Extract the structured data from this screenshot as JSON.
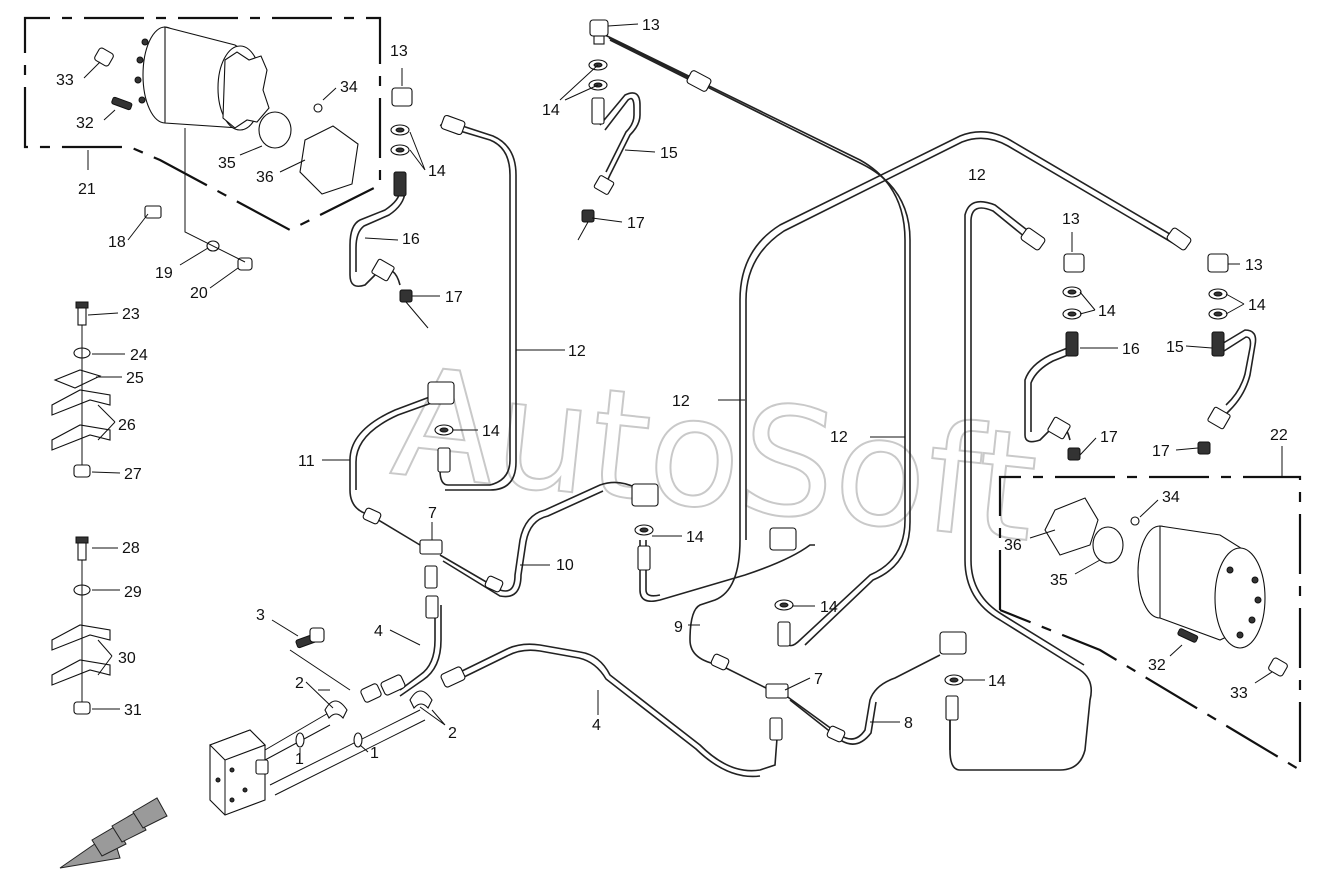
{
  "watermark": "AutoSoft",
  "callouts": [
    {
      "id": "c-13-a",
      "label": "13"
    },
    {
      "id": "c-14-a",
      "label": "14"
    },
    {
      "id": "c-15-a",
      "label": "15"
    },
    {
      "id": "c-17-a",
      "label": "17"
    },
    {
      "id": "c-33-a",
      "label": "33"
    },
    {
      "id": "c-34-a",
      "label": "34"
    },
    {
      "id": "c-32-a",
      "label": "32"
    },
    {
      "id": "c-35-a",
      "label": "35"
    },
    {
      "id": "c-36-a",
      "label": "36"
    },
    {
      "id": "c-21",
      "label": "21"
    },
    {
      "id": "c-13-b",
      "label": "13"
    },
    {
      "id": "c-14-b",
      "label": "14"
    },
    {
      "id": "c-16-a",
      "label": "16"
    },
    {
      "id": "c-17-b",
      "label": "17"
    },
    {
      "id": "c-18",
      "label": "18"
    },
    {
      "id": "c-19",
      "label": "19"
    },
    {
      "id": "c-20",
      "label": "20"
    },
    {
      "id": "c-12-a",
      "label": "12"
    },
    {
      "id": "c-13-c",
      "label": "13"
    },
    {
      "id": "c-14-c",
      "label": "14"
    },
    {
      "id": "c-16-b",
      "label": "16"
    },
    {
      "id": "c-13-d",
      "label": "13"
    },
    {
      "id": "c-14-d",
      "label": "14"
    },
    {
      "id": "c-15-b",
      "label": "15"
    },
    {
      "id": "c-17-c",
      "label": "17"
    },
    {
      "id": "c-17-d",
      "label": "17"
    },
    {
      "id": "c-22",
      "label": "22"
    },
    {
      "id": "c-23",
      "label": "23"
    },
    {
      "id": "c-24",
      "label": "24"
    },
    {
      "id": "c-25",
      "label": "25"
    },
    {
      "id": "c-26",
      "label": "26"
    },
    {
      "id": "c-27",
      "label": "27"
    },
    {
      "id": "c-12-b",
      "label": "12"
    },
    {
      "id": "c-12-c",
      "label": "12"
    },
    {
      "id": "c-12-d",
      "label": "12"
    },
    {
      "id": "c-11",
      "label": "11"
    },
    {
      "id": "c-14-e",
      "label": "14"
    },
    {
      "id": "c-7-a",
      "label": "7"
    },
    {
      "id": "c-10",
      "label": "10"
    },
    {
      "id": "c-14-f",
      "label": "14"
    },
    {
      "id": "c-34-b",
      "label": "34"
    },
    {
      "id": "c-36-b",
      "label": "36"
    },
    {
      "id": "c-35-b",
      "label": "35"
    },
    {
      "id": "c-28",
      "label": "28"
    },
    {
      "id": "c-29",
      "label": "29"
    },
    {
      "id": "c-30",
      "label": "30"
    },
    {
      "id": "c-31",
      "label": "31"
    },
    {
      "id": "c-3",
      "label": "3"
    },
    {
      "id": "c-4-a",
      "label": "4"
    },
    {
      "id": "c-14-g",
      "label": "14"
    },
    {
      "id": "c-9",
      "label": "9"
    },
    {
      "id": "c-7-b",
      "label": "7"
    },
    {
      "id": "c-2-a",
      "label": "2"
    },
    {
      "id": "c-1-a",
      "label": "1"
    },
    {
      "id": "c-1-b",
      "label": "1"
    },
    {
      "id": "c-2-b",
      "label": "2"
    },
    {
      "id": "c-4-b",
      "label": "4"
    },
    {
      "id": "c-8",
      "label": "8"
    },
    {
      "id": "c-14-h",
      "label": "14"
    },
    {
      "id": "c-32-b",
      "label": "32"
    },
    {
      "id": "c-33-b",
      "label": "33"
    }
  ]
}
